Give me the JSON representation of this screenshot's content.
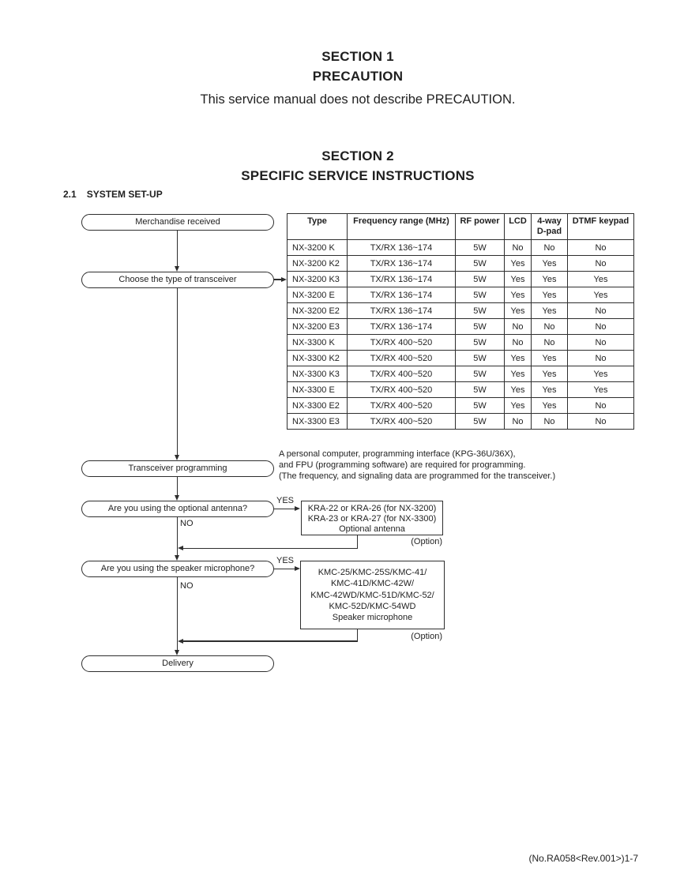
{
  "page": {
    "section1": {
      "title": "SECTION 1",
      "subtitle": "PRECAUTION",
      "body": "This service manual does not describe PRECAUTION."
    },
    "section2": {
      "title": "SECTION 2",
      "subtitle": "SPECIFIC SERVICE INSTRUCTIONS",
      "sub_number": "2.1",
      "sub_title": "SYSTEM SET-UP"
    },
    "footer": "(No.RA058<Rev.001>)1-7"
  },
  "flowchart": {
    "nodes": {
      "merchandise": "Merchandise received",
      "choose": "Choose the type of transceiver",
      "programming": "Transceiver programming",
      "antenna_q": "Are you using the optional antenna?",
      "speaker_q": "Are you using the speaker microphone?",
      "delivery": "Delivery"
    },
    "labels": {
      "yes1": "YES",
      "no1": "NO",
      "yes2": "YES",
      "no2": "NO",
      "option1": "(Option)",
      "option2": "(Option)"
    },
    "programming_note": {
      "line1": "A personal computer, programming interface (KPG-36U/36X),",
      "line2": "and FPU (programming software) are required for programming.",
      "line3": "(The frequency, and signaling data are programmed for the transceiver.)"
    },
    "antenna_box": {
      "line1": "KRA-22 or KRA-26 (for NX-3200)",
      "line2": "KRA-23 or KRA-27 (for NX-3300)",
      "line3": "Optional antenna"
    },
    "speaker_box": {
      "line1": "KMC-25/KMC-25S/KMC-41/",
      "line2": "KMC-41D/KMC-42W/",
      "line3": "KMC-42WD/KMC-51D/KMC-52/",
      "line4": "KMC-52D/KMC-54WD",
      "line5": "Speaker microphone"
    }
  },
  "table": {
    "headers": [
      "Type",
      "Frequency range (MHz)",
      "RF power",
      "LCD",
      "4-way D-pad",
      "DTMF keypad"
    ],
    "rows": [
      [
        "NX-3200 K",
        "TX/RX 136~174",
        "5W",
        "No",
        "No",
        "No"
      ],
      [
        "NX-3200 K2",
        "TX/RX 136~174",
        "5W",
        "Yes",
        "Yes",
        "No"
      ],
      [
        "NX-3200 K3",
        "TX/RX 136~174",
        "5W",
        "Yes",
        "Yes",
        "Yes"
      ],
      [
        "NX-3200 E",
        "TX/RX 136~174",
        "5W",
        "Yes",
        "Yes",
        "Yes"
      ],
      [
        "NX-3200 E2",
        "TX/RX 136~174",
        "5W",
        "Yes",
        "Yes",
        "No"
      ],
      [
        "NX-3200 E3",
        "TX/RX 136~174",
        "5W",
        "No",
        "No",
        "No"
      ],
      [
        "NX-3300 K",
        "TX/RX 400~520",
        "5W",
        "No",
        "No",
        "No"
      ],
      [
        "NX-3300 K2",
        "TX/RX 400~520",
        "5W",
        "Yes",
        "Yes",
        "No"
      ],
      [
        "NX-3300 K3",
        "TX/RX 400~520",
        "5W",
        "Yes",
        "Yes",
        "Yes"
      ],
      [
        "NX-3300 E",
        "TX/RX 400~520",
        "5W",
        "Yes",
        "Yes",
        "Yes"
      ],
      [
        "NX-3300 E2",
        "TX/RX 400~520",
        "5W",
        "Yes",
        "Yes",
        "No"
      ],
      [
        "NX-3300 E3",
        "TX/RX 400~520",
        "5W",
        "No",
        "No",
        "No"
      ]
    ]
  },
  "colors": {
    "ink": "#1f1f1f",
    "line": "#2e2e2e",
    "background": "#ffffff"
  }
}
